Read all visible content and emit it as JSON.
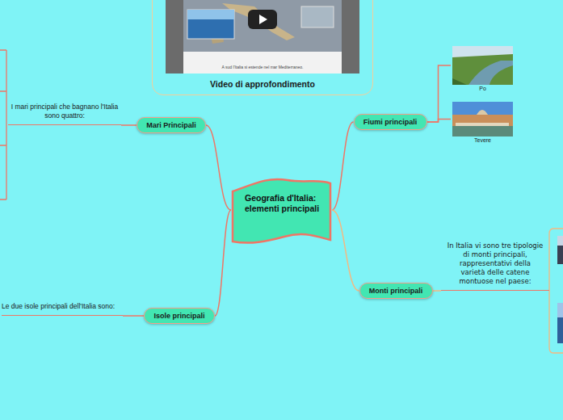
{
  "diagram": {
    "nodes": [
      {
        "text": [
          "Geografia d'Italia: elementi principali"
        ]
      },
      {
        "text": [
          "Mari Principali"
        ]
      },
      {
        "text": [
          "I mari principali che bagnano l'Italia sono quattro:"
        ]
      },
      {
        "text": [
          "Video di approfondimento"
        ]
      },
      {
        "text": [
          "Fiumi principali"
        ]
      },
      {
        "text": [
          "Po"
        ]
      },
      {
        "text": [
          "Tevere"
        ]
      },
      {
        "text": [
          "Monti principali"
        ]
      },
      {
        "text": [
          "In Italia vi sono tre tipologie di monti principali, rappresentativi della varietà delle catene montuose nel paese:"
        ]
      },
      {
        "text": [
          "Isole principali"
        ]
      },
      {
        "text": [
          "Le due isole principali dell'Italia sono:"
        ]
      }
    ],
    "edges": [
      {
        "from": 0,
        "to": 1,
        "arrow": "none"
      },
      {
        "from": 1,
        "to": 2,
        "arrow": "none"
      },
      {
        "from": 0,
        "to": 4,
        "arrow": "none"
      },
      {
        "from": 4,
        "to": 5,
        "arrow": "none"
      },
      {
        "from": 4,
        "to": 6,
        "arrow": "none"
      },
      {
        "from": 0,
        "to": 7,
        "arrow": "none"
      },
      {
        "from": 7,
        "to": 8,
        "arrow": "none"
      },
      {
        "from": 0,
        "to": 9,
        "arrow": "none"
      },
      {
        "from": 9,
        "to": 10,
        "arrow": "none"
      }
    ],
    "labels": [
      "A sud l'Italia si estende nel mar Mediterraneo."
    ]
  }
}
